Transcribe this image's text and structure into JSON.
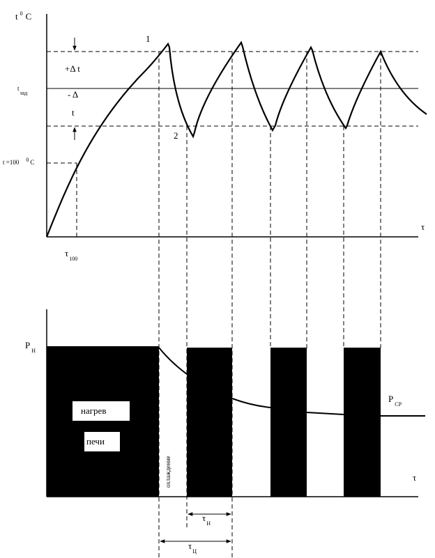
{
  "top_chart": {
    "y_axis_label": "t",
    "y_axis_unit_sup": "0",
    "y_axis_unit": "C",
    "x_axis_label": "τ",
    "x_tick_label": "τ",
    "x_tick_sub": "100",
    "set_temp_label": "t",
    "set_temp_sub": "зад",
    "temp100_label": "t =100",
    "temp100_unit_sup": "0",
    "temp100_unit": "C",
    "plus_delta": "+Δ  t",
    "minus_delta": "- Δ",
    "minus_delta_t": "t",
    "point_max": "1",
    "point_min": "2"
  },
  "bottom_chart": {
    "y_axis_label": "P",
    "y_axis_sub": "Н",
    "x_axis_label": "τ",
    "pavg_label": "P",
    "pavg_sub": "СР",
    "heating_label": "нагрев",
    "furnace_label": "печи",
    "cooling_label": "охлаждение",
    "tau_on_label": "τ",
    "tau_on_sub": "Н",
    "tau_cycle_label": "τ",
    "tau_cycle_sub": "Ц"
  },
  "colors": {
    "ink": "#000000",
    "paper": "#ffffff"
  }
}
